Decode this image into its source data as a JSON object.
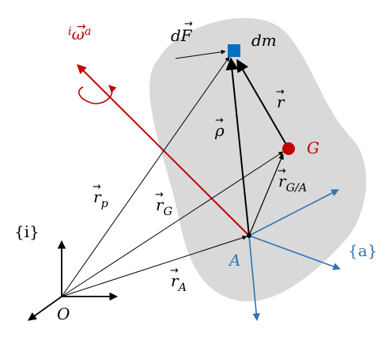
{
  "colors": {
    "body": "#d9d9d9",
    "black": "#000000",
    "red": "#c00000",
    "blue": "#2e75b6",
    "mass_element": "#0070c0"
  },
  "labels": {
    "omega": {
      "pre": "i",
      "main": "ω",
      "post": "a",
      "arrow": "→"
    },
    "dF": {
      "text": "dF",
      "arrow": "→"
    },
    "dm": "dm",
    "r": {
      "text": "r",
      "arrow": "→"
    },
    "rho": {
      "text": "ρ",
      "arrow": "→"
    },
    "G": "G",
    "r_GA": {
      "text": "r",
      "sub": "G/A",
      "arrow": "→"
    },
    "r_p": {
      "text": "r",
      "sub": "p",
      "arrow": "→"
    },
    "r_G": {
      "text": "r",
      "sub": "G",
      "arrow": "→"
    },
    "r_A": {
      "text": "r",
      "sub": "A",
      "arrow": "→"
    },
    "frame_i": "{i}",
    "frame_a": "{a}",
    "A": "A",
    "O": "O"
  }
}
